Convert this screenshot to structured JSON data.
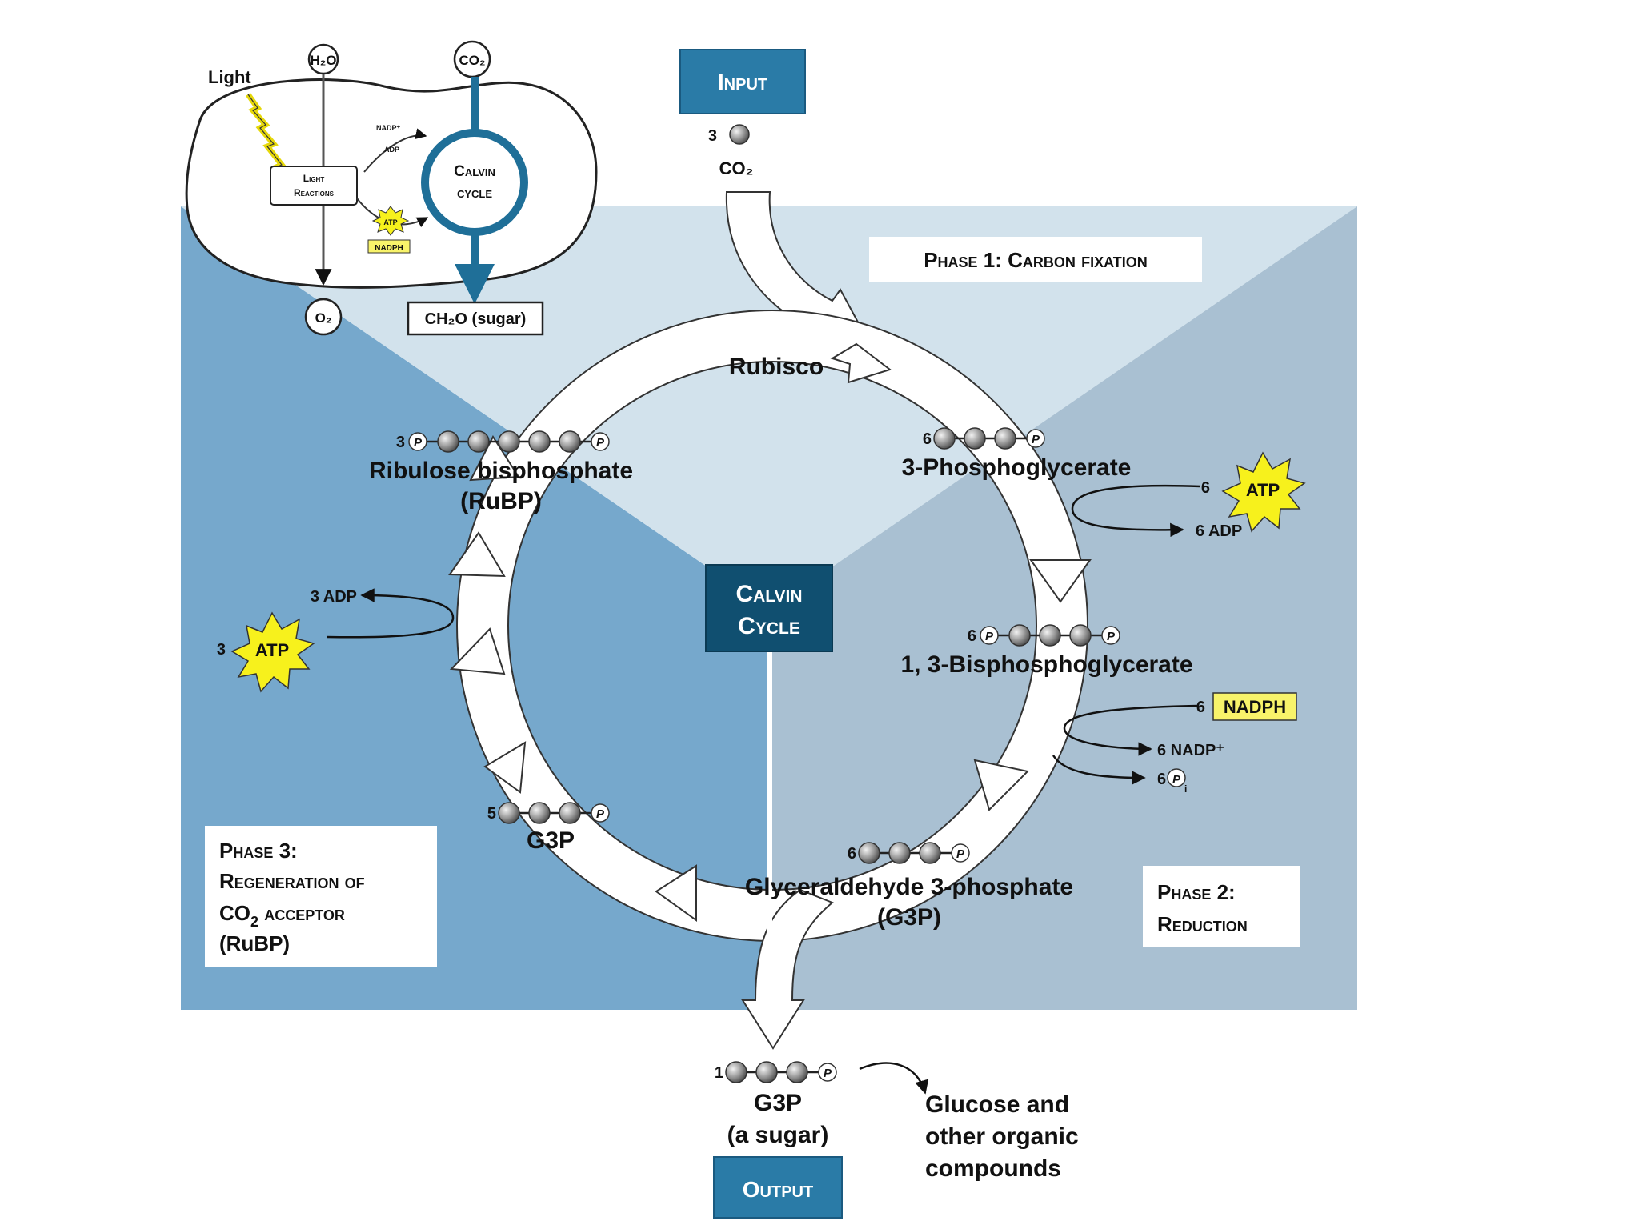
{
  "colors": {
    "left_panel": "#76a8cc",
    "top_panel": "#d2e2ec",
    "right_panel": "#a9c0d2",
    "box_blue": "#2a7ba7",
    "box_dark": "#104f70",
    "ring": "#ffffff",
    "atp": "#f7f11c",
    "nadph": "#f8f36a",
    "cycle_ring": "#1f6f98"
  },
  "inset": {
    "light": "Light",
    "h2o": "H₂O",
    "co2": "CO₂",
    "o2": "O₂",
    "sugar": "CH₂O (sugar)",
    "light_reactions_1": "Light",
    "light_reactions_2": "Reactions",
    "calvin_1": "Calvin",
    "calvin_2": "cycle",
    "nadp": "NADP⁺",
    "adp": "ADP",
    "atp": "ATP",
    "nadph": "NADPH"
  },
  "input": {
    "label": "Input",
    "count": "3",
    "molecule": "CO₂"
  },
  "phase1": {
    "label": "Phase 1: Carbon fixation"
  },
  "phase2": {
    "label_1": "Phase 2:",
    "label_2": "Reduction"
  },
  "phase3": {
    "label_1": "Phase 3:",
    "label_2": "Regeneration of",
    "label_3a": "CO",
    "label_3sub": "2",
    "label_3b": " acceptor",
    "label_4": "(RuBP)"
  },
  "center": {
    "label_1": "Calvin",
    "label_2": "Cycle"
  },
  "enzyme": {
    "label": "Rubisco"
  },
  "rubp": {
    "count": "3",
    "name": "Ribulose bisphosphate",
    "abbr": "(RuBP)"
  },
  "pga": {
    "count": "6",
    "name": "3-Phosphoglycerate"
  },
  "bpg": {
    "count": "6",
    "name": "1, 3-Bisphosphoglycerate"
  },
  "g3p": {
    "count": "6",
    "name": "Glyceraldehyde 3-phosphate",
    "abbr": "(G3P)"
  },
  "g3p_regen": {
    "count": "5",
    "name": "G3P"
  },
  "atp_in_right": {
    "count": "6",
    "label": "ATP"
  },
  "adp_out_right": {
    "label": "6 ADP"
  },
  "nadph_in": {
    "count": "6",
    "label": "NADPH"
  },
  "nadp_out": {
    "label": "6 NADP⁺"
  },
  "pi_out": {
    "count": "6",
    "symbol": "P",
    "sub": "i"
  },
  "atp_in_left": {
    "count": "3",
    "label": "ATP"
  },
  "adp_out_left": {
    "label": "3 ADP"
  },
  "phosphate_symbol": "P",
  "output": {
    "count": "1",
    "name": "G3P",
    "desc": "(a sugar)",
    "label": "Output",
    "products_1": "Glucose and",
    "products_2": "other organic",
    "products_3": "compounds"
  }
}
